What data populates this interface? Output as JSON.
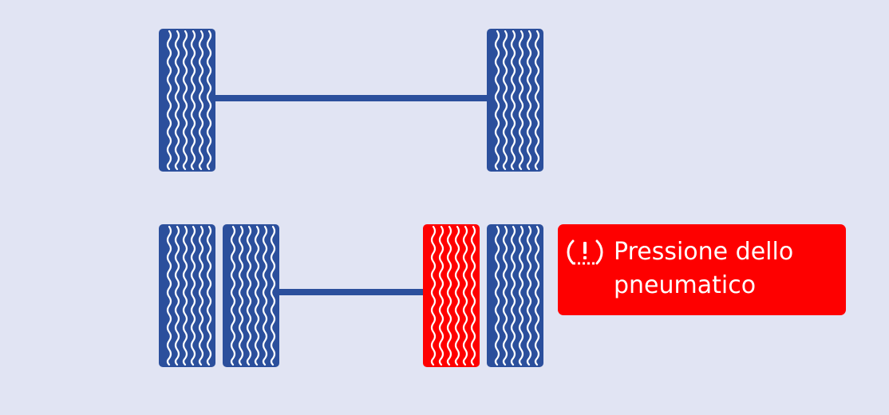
{
  "colors": {
    "background": "#e1e4f3",
    "tire_normal": "#2b4f9c",
    "tire_alert": "#fe0000",
    "tread": "#ffffff",
    "axle": "#2b4f9c",
    "alert_box": "#fe0000",
    "alert_text": "#ffffff"
  },
  "front_axle": {
    "tires": [
      {
        "position": "left",
        "status": "normal"
      },
      {
        "position": "right",
        "status": "normal"
      }
    ]
  },
  "rear_axle": {
    "tires": [
      {
        "position": "left-outer",
        "status": "normal"
      },
      {
        "position": "left-inner",
        "status": "normal"
      },
      {
        "position": "right-inner",
        "status": "alert"
      },
      {
        "position": "right-outer",
        "status": "normal"
      }
    ]
  },
  "alert": {
    "icon": "tire-pressure-warning-icon",
    "message": "Pressione dello pneumatico"
  }
}
